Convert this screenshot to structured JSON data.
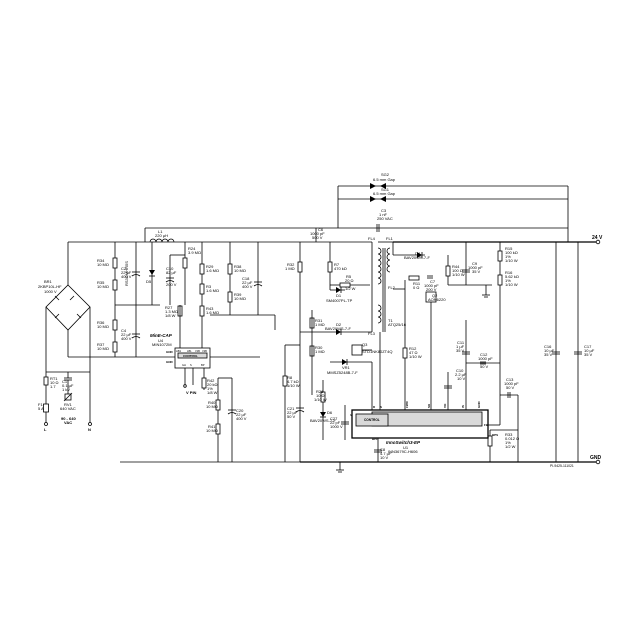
{
  "outputs": {
    "vout": "24 V",
    "gnd": "GND"
  },
  "drawing_number": "PI-9425-111021",
  "input": {
    "range": "90 - 640",
    "unit": "VAC",
    "line": "L",
    "neutral": "N"
  },
  "fuse": {
    "ref": "F1",
    "value": "5 A"
  },
  "rt1": {
    "ref": "RT1",
    "v1": "10 Ω",
    "v2": "1.7"
  },
  "c1": {
    "ref": "C1",
    "v1": "0.1 µF",
    "v2": "1 kV"
  },
  "rv1": {
    "ref": "RV1",
    "value": "640 VAC"
  },
  "br1": {
    "ref": "BR1",
    "part": "2KBP10L-HF",
    "rating": "1000 V"
  },
  "r34": {
    "ref": "R34",
    "value": "10 MΩ"
  },
  "r35": {
    "ref": "R35",
    "value": "10 MΩ"
  },
  "r36": {
    "ref": "R36",
    "value": "10 MΩ"
  },
  "r37": {
    "ref": "R37",
    "value": "10 MΩ"
  },
  "c2": {
    "ref": "C2",
    "v1": "22 µF",
    "v2": "400 V"
  },
  "c4": {
    "ref": "C4",
    "v1": "22 µF",
    "v2": "400 V"
  },
  "l1": {
    "ref": "L1",
    "value": "220 µH"
  },
  "d5": {
    "ref": "D5",
    "part": "RS3GMHR5S"
  },
  "c10": {
    "ref": "C10",
    "v1": "82 µF",
    "v2": "200 V"
  },
  "r24": {
    "ref": "R24",
    "value": "3.9 MΩ"
  },
  "r29": {
    "ref": "R29",
    "value": "1.6 MΩ"
  },
  "r3": {
    "ref": "R3",
    "value": "1.6 MΩ"
  },
  "r43": {
    "ref": "R43",
    "value": "1.6 MΩ"
  },
  "r27": {
    "ref": "R27",
    "v1": "1.3 MΩ",
    "v2": "1/8 W"
  },
  "r38": {
    "ref": "R38",
    "value": "10 MΩ"
  },
  "r39": {
    "ref": "R39",
    "value": "10 MΩ"
  },
  "c18": {
    "ref": "C18",
    "v1": "22 µF",
    "v2": "400 V"
  },
  "minicap": {
    "title": "MinE-CAP",
    "ref": "U4",
    "part": "MIN1072M",
    "control": "CONTROL",
    "pins": [
      "HB1",
      "LB1",
      "V1B",
      "V2B",
      "GND",
      "GND",
      "BP",
      "S",
      "GH"
    ]
  },
  "r42": {
    "ref": "R42",
    "v1": "20 kΩ",
    "v2": "1%",
    "v3": "1/8 W"
  },
  "vpin": "V PIN",
  "r40": {
    "ref": "R40",
    "value": "10 MΩ"
  },
  "r41": {
    "ref": "R41",
    "value": "10 MΩ"
  },
  "c20": {
    "ref": "C20",
    "v1": "22 µF",
    "v2": "400 V"
  },
  "c6": {
    "ref": "C6",
    "v1": "1000 pF",
    "v2": "500 V"
  },
  "r32": {
    "ref": "R32",
    "value": "1 MΩ"
  },
  "r7": {
    "ref": "R7",
    "value": "470 kΩ"
  },
  "r5": {
    "ref": "R5",
    "v1": "20 Ω",
    "v2": "1/2 W"
  },
  "d1": {
    "ref": "D1",
    "part": "SM4007PL-TP"
  },
  "d2": {
    "ref": "D2",
    "part": "BAV20WS-7-F"
  },
  "r31": {
    "ref": "R31",
    "value": "1 MΩ"
  },
  "r30": {
    "ref": "R30",
    "value": "1 MΩ"
  },
  "q3": {
    "ref": "Q3",
    "part": "STD1NK80ZT4Q"
  },
  "vr1": {
    "ref": "VR1",
    "part": "MMSZ5248B-7-F"
  },
  "r8": {
    "ref": "R8",
    "v1": "4.7 kΩ",
    "v2": "1/10 W"
  },
  "c21": {
    "ref": "C21",
    "v1": "22 µF",
    "v2": "50 V"
  },
  "r26": {
    "ref": "R26",
    "v1": "10 Ω",
    "v2": "1/10 W"
  },
  "d4b": {
    "ref": "D6",
    "part": "BAV20WS-7-F"
  },
  "c27": {
    "ref": "C27",
    "v1": "22 pF",
    "v2": "1000 V"
  },
  "c8": {
    "ref": "C8",
    "v1": "4.7 µF",
    "v2": "10 V"
  },
  "fl4": "FL4",
  "fl1": "FL1",
  "fl2": "FL2",
  "fl3": "FL3",
  "t1": {
    "ref": "T1",
    "part": "ATQ25/16"
  },
  "c3": {
    "ref": "C3",
    "v1": "1 nF",
    "v2": "250 VAC"
  },
  "sg2": {
    "ref": "SG2",
    "value": "6.5 mm Gap"
  },
  "sg1": {
    "ref": "SG1",
    "value": "6.5 mm Gap"
  },
  "d4": {
    "ref": "D4",
    "part": "BAV20WS-7-F"
  },
  "r11": {
    "ref": "R11",
    "value": "0 Ω"
  },
  "c7": {
    "ref": "C7",
    "v1": "1000 pF",
    "v2": "200 V"
  },
  "q2": {
    "ref": "Q2",
    "part": "AON6220"
  },
  "r44": {
    "ref": "R44",
    "v1": "100 Ω",
    "v2": "1/10 W"
  },
  "c9": {
    "ref": "C9",
    "v1": "1000 pF",
    "v2": "35 V"
  },
  "r15": {
    "ref": "R15",
    "v1": "100 kΩ",
    "v2": "1%",
    "v3": "1/10 W"
  },
  "r16": {
    "ref": "R16",
    "v1": "5.62 kΩ",
    "v2": "1%",
    "v3": "1/10 W"
  },
  "r12": {
    "ref": "R12",
    "v1": "47 Ω",
    "v2": "1/10 W"
  },
  "c11": {
    "ref": "C11",
    "v1": "1 µF",
    "v2": "35 V"
  },
  "c12": {
    "ref": "C12",
    "v1": "1000 pF",
    "v2": "50 V"
  },
  "c13": {
    "ref": "C13",
    "v1": "1000 pF",
    "v2": "50 V"
  },
  "c10b": {
    "ref": "C10",
    "v1": "2.2 µF",
    "v2": "10 V"
  },
  "r33": {
    "ref": "R33",
    "v1": "0.012 Ω",
    "v2": "1%",
    "v3": "1/2 W"
  },
  "c16": {
    "ref": "C16",
    "v1": "10 µF",
    "v2": "35 V"
  },
  "c17": {
    "ref": "C17",
    "v1": "10 µF",
    "v2": "35 V"
  },
  "u1": {
    "title": "InnoSwitch3-EP",
    "ref": "U1",
    "part": "INN3679C-H606",
    "control": "CONTROL",
    "pins": [
      "FWD",
      "SR",
      "VO",
      "IS",
      "GND",
      "FB",
      "BPS",
      "BPP",
      "V",
      "D",
      "S"
    ]
  }
}
